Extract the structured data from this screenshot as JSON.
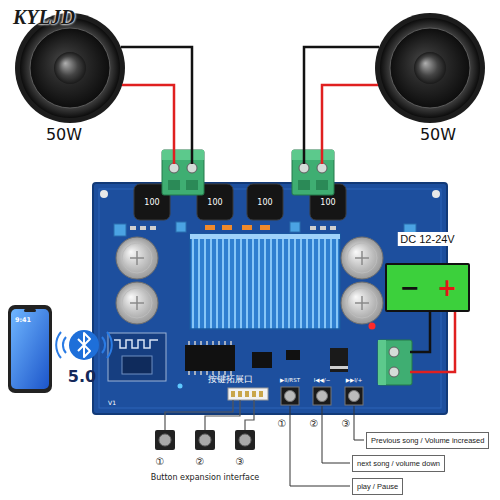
{
  "diagram": {
    "nodes": [
      {
        "text": [
          "DC 12-24V",
          "−",
          "+"
        ]
      },
      {
        "text": [
          "Previous song / Volume increased"
        ]
      },
      {
        "text": [
          "next song / volume down"
        ]
      },
      {
        "text": [
          "play / Pause"
        ]
      }
    ],
    "labels": [
      "KYLJD",
      "50W",
      "50W",
      "100",
      "100",
      "100",
      "100",
      "5.0",
      "9:41",
      "按键拓展口",
      "V1",
      "▶II/RST",
      "I◀◀/−",
      "▶▶I/+",
      "①",
      "②",
      "③",
      "①",
      "②",
      "③",
      "Button expansion interface"
    ]
  }
}
